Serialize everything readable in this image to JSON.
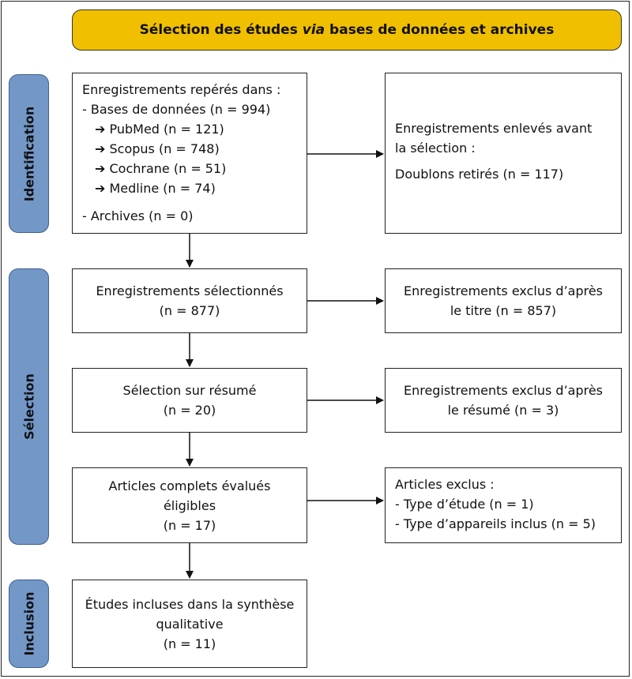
{
  "header": {
    "title_prefix": "Sélection des études ",
    "title_italic": "via",
    "title_suffix": " bases de données et archives"
  },
  "phases": {
    "identification": "Identification",
    "selection": "Sélection",
    "inclusion": "Inclusion"
  },
  "identified": {
    "heading": "Enregistrements repérés dans :",
    "databases": "- Bases de données (n = 994)",
    "sources": [
      "➔ PubMed (n = 121)",
      "➔ Scopus (n = 748)",
      "➔ Cochrane (n = 51)",
      "➔ Medline (n = 74)"
    ],
    "archives": "- Archives (n = 0)"
  },
  "removed": {
    "line1": "Enregistrements enlevés avant",
    "line2": "la sélection :",
    "duplicates": "Doublons retirés (n = 117)"
  },
  "screened": {
    "line1": "Enregistrements sélectionnés",
    "line2": "(n = 877)"
  },
  "excluded_title": {
    "line1": "Enregistrements exclus d’après",
    "line2": "le titre (n = 857)"
  },
  "abstract": {
    "line1": "Sélection sur résumé",
    "line2": "(n = 20)"
  },
  "excluded_abstract": {
    "line1": "Enregistrements exclus d’après",
    "line2": "le résumé (n = 3)"
  },
  "fulltext": {
    "line1": "Articles complets évalués",
    "line2": "éligibles",
    "line3": "(n = 17)"
  },
  "excluded_fulltext": {
    "heading": "Articles exclus :",
    "reason1": "- Type d’étude (n = 1)",
    "reason2": "- Type d’appareils inclus (n = 5)"
  },
  "included": {
    "line1": "Études incluses dans la synthèse",
    "line2": "qualitative",
    "line3": "(n = 11)"
  },
  "colors": {
    "header": "#f0bf00",
    "phase": "#7398c8",
    "border": "#222222"
  }
}
